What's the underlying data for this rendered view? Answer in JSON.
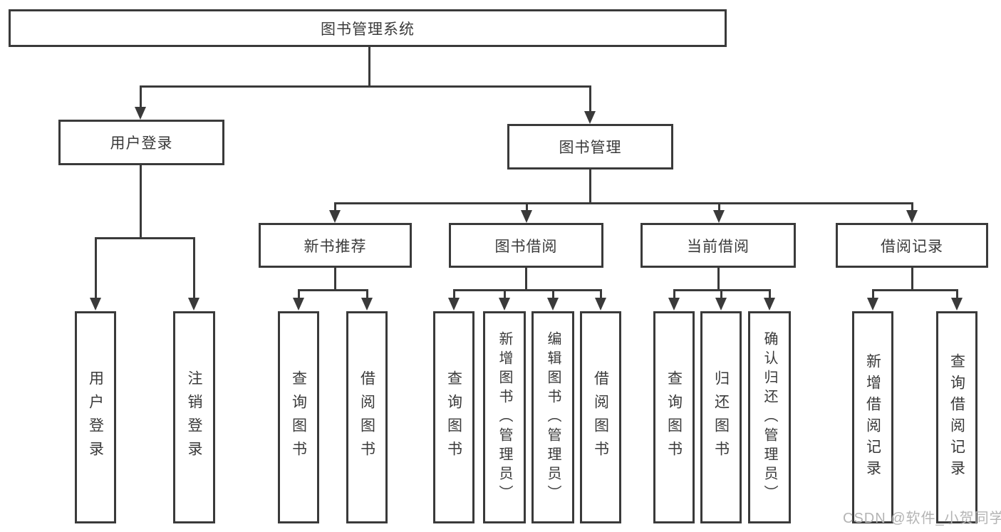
{
  "diagram": {
    "type": "hierarchy-tree",
    "title": "图书管理系统",
    "watermark": "CSDN @软件_小贺同学",
    "colors": {
      "line": "#3a3a3a",
      "box_border": "#3a3a3a",
      "box_background": "#ffffff",
      "text": "#3a3a3a",
      "watermark": "#b4b4b4",
      "page_background": "#ffffff"
    },
    "nodes": {
      "root": "图书管理系统",
      "user_login": "用户登录",
      "book_management": "图书管理",
      "new_book_recommendation": "新书推荐",
      "book_borrowing": "图书借阅",
      "current_borrowing": "当前借阅",
      "borrowing_records": "借阅记录",
      "leaf_user_login": "用户登录",
      "leaf_logout": "注销登录",
      "leaf_nb_query_books": "查询图书",
      "leaf_nb_borrow_books": "借阅图书",
      "leaf_bb_query_books": "查询图书",
      "leaf_bb_add_books_admin": "新增图书（管理员）",
      "leaf_bb_edit_books_admin": "编辑图书（管理员）",
      "leaf_bb_borrow_books": "借阅图书",
      "leaf_cb_query_books": "查询图书",
      "leaf_cb_return_books": "归还图书",
      "leaf_cb_confirm_return_admin": "确认归还（管理员）",
      "leaf_br_add_record": "新增借阅记录",
      "leaf_br_query_record": "查询借阅记录"
    },
    "hierarchy": {
      "图书管理系统": {
        "用户登录": [
          "用户登录",
          "注销登录"
        ],
        "图书管理": {
          "新书推荐": [
            "查询图书",
            "借阅图书"
          ],
          "图书借阅": [
            "查询图书",
            "新增图书（管理员）",
            "编辑图书（管理员）",
            "借阅图书"
          ],
          "当前借阅": [
            "查询图书",
            "归还图书",
            "确认归还（管理员）"
          ],
          "借阅记录": [
            "新增借阅记录",
            "查询借阅记录"
          ]
        }
      }
    }
  }
}
